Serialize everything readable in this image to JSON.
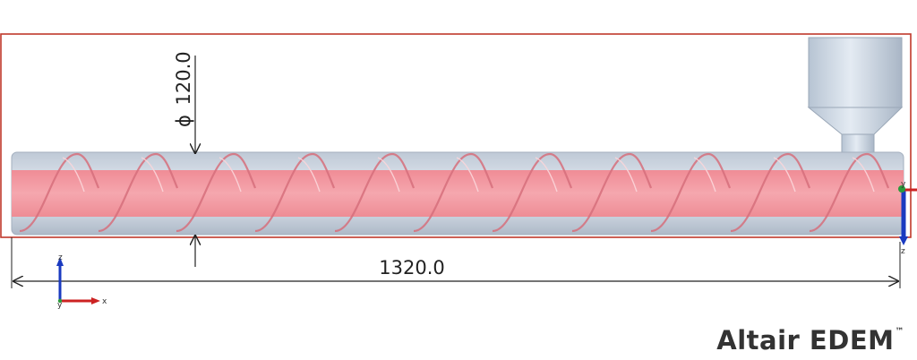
{
  "dimensions": {
    "diameter_symbol": "ϕ",
    "diameter_value": "120.0",
    "length_value": "1320.0"
  },
  "axes_main": {
    "vertical": "z",
    "horizontal": "x",
    "depth": "y"
  },
  "axes_right": {
    "top": "y",
    "bottom": "z"
  },
  "brand": {
    "name": "Altair EDEM",
    "mark": "™"
  },
  "colors": {
    "domain_box": "#c0392b",
    "particles": "#f4a0a8",
    "tube": "#cfd9e6",
    "axis_x": "#cc2222",
    "axis_y": "#2a9a3a",
    "axis_z": "#1a3ac0"
  }
}
